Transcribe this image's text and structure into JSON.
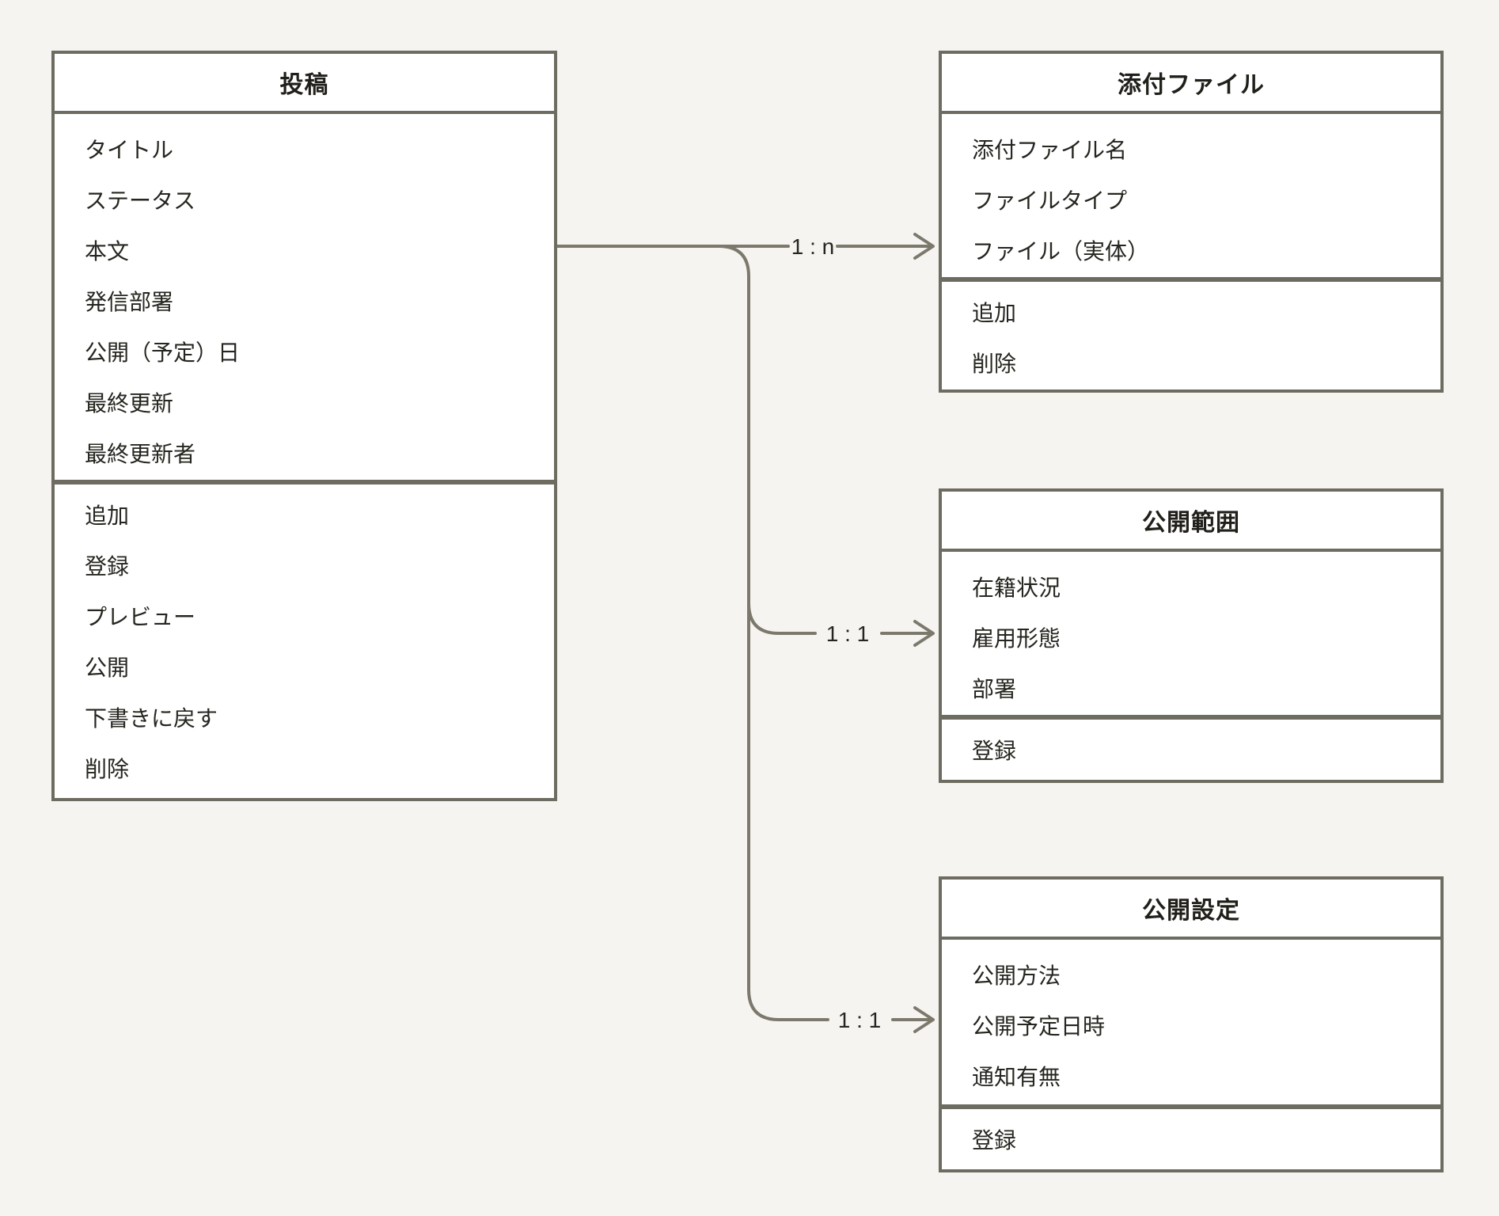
{
  "diagram": {
    "background_color": "#f5f4f1",
    "box_fill_color": "#ffffff",
    "border_color": "#6e6b60",
    "connector_color": "#7c796c",
    "text_color": "#26251f",
    "entities": [
      {
        "id": "post",
        "title": "投稿",
        "fields": [
          "タイトル",
          "ステータス",
          "本文",
          "発信部署",
          "公開（予定）日",
          "最終更新",
          "最終更新者"
        ],
        "actions": [
          "追加",
          "登録",
          "プレビュー",
          "公開",
          "下書きに戻す",
          "削除"
        ]
      },
      {
        "id": "attachment",
        "title": "添付ファイル",
        "fields": [
          "添付ファイル名",
          "ファイルタイプ",
          "ファイル（実体）"
        ],
        "actions": [
          "追加",
          "削除"
        ]
      },
      {
        "id": "scope",
        "title": "公開範囲",
        "fields": [
          "在籍状況",
          "雇用形態",
          "部署"
        ],
        "actions": [
          "登録"
        ]
      },
      {
        "id": "settings",
        "title": "公開設定",
        "fields": [
          "公開方法",
          "公開予定日時",
          "通知有無"
        ],
        "actions": [
          "登録"
        ]
      }
    ],
    "relations": [
      {
        "from": "投稿",
        "to": "添付ファイル",
        "label": "1 : n"
      },
      {
        "from": "投稿",
        "to": "公開範囲",
        "label": "1 : 1"
      },
      {
        "from": "投稿",
        "to": "公開設定",
        "label": "1 : 1"
      }
    ]
  }
}
